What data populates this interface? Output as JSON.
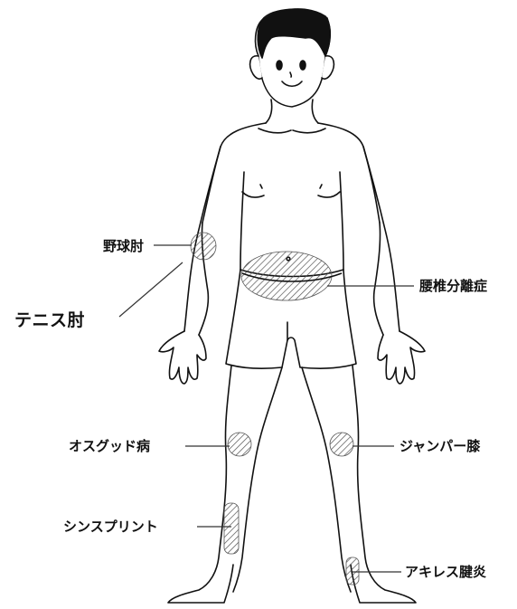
{
  "labels": {
    "baseball_elbow": "野球肘",
    "tennis_elbow": "テニス肘",
    "lumbar_spondylolysis": "腰椎分離症",
    "osgood": "オスグッド病",
    "jumper_knee": "ジャンパー膝",
    "shin_splints": "シンスプリント",
    "achilles": "アキレス腱炎"
  },
  "colors": {
    "line": "#111111",
    "hatch": "#555555",
    "background": "#ffffff"
  }
}
